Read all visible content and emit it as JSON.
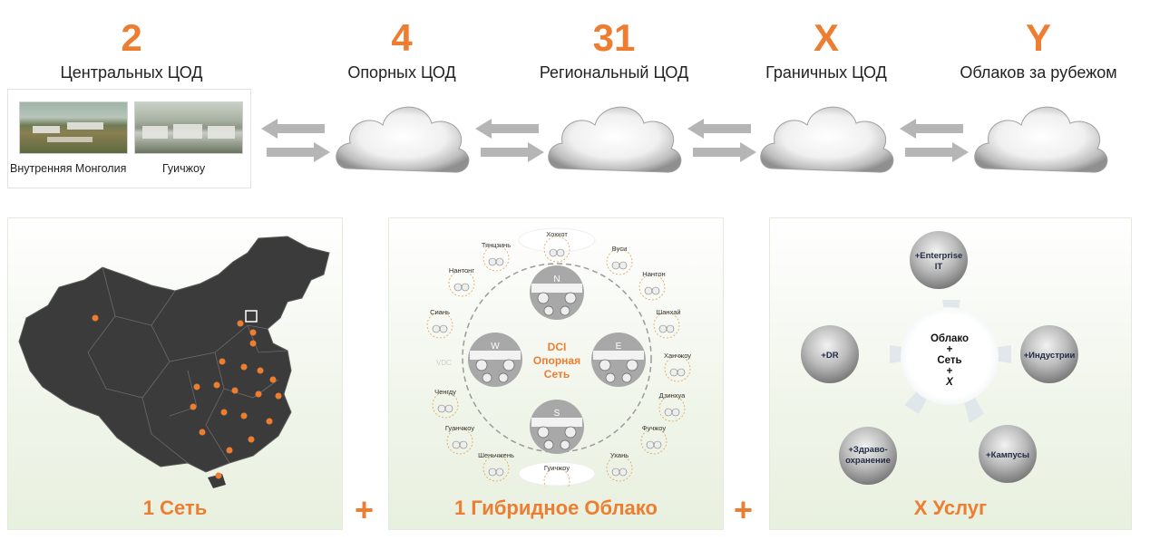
{
  "tiers": [
    {
      "num": "2",
      "label": "Центральных ЦОД"
    },
    {
      "num": "4",
      "label": "Опорных ЦОД"
    },
    {
      "num": "31",
      "label": "Региональный ЦОД"
    },
    {
      "num": "X",
      "label": "Граничных ЦОД"
    },
    {
      "num": "Y",
      "label": "Облаков за рубежом"
    }
  ],
  "photos": [
    {
      "caption": "Внутренняя  Монголия"
    },
    {
      "caption": "Гуичжоу"
    }
  ],
  "panels": [
    {
      "title": "1 Сеть"
    },
    {
      "title": "1 Гибридное Облако"
    },
    {
      "title": "X Услуг"
    }
  ],
  "plus_sign": "+",
  "hybrid": {
    "center": [
      "DCI",
      "Опорная",
      "Сеть"
    ],
    "nodes": [
      "N",
      "W",
      "E",
      "S"
    ],
    "vdc": "VDC",
    "cities": [
      "Хохкот",
      "Вуси",
      "Нантон",
      "Шанхай",
      "Ханчжоу",
      "Дзинхуа",
      "Фучжоу",
      "Ухань",
      "Гуичжоу",
      "Шеньчжень",
      "Гуанчжоу",
      "Ченгду",
      "Сиань",
      "Нантонг",
      "Тянцзинь"
    ]
  },
  "services": {
    "hub": [
      "Облако",
      "+",
      "Сеть",
      "+",
      "X"
    ],
    "items": [
      {
        "label": [
          "+Enterprise",
          "IT"
        ]
      },
      {
        "label": [
          "+Индустрии"
        ]
      },
      {
        "label": [
          "+Кампусы"
        ]
      },
      {
        "label": [
          "+Здраво-",
          "охранение"
        ]
      },
      {
        "label": [
          "+DR"
        ]
      }
    ]
  },
  "colors": {
    "accent": "#ed7d31",
    "map": "#3a3a3a",
    "node": "#9a9a9a"
  }
}
